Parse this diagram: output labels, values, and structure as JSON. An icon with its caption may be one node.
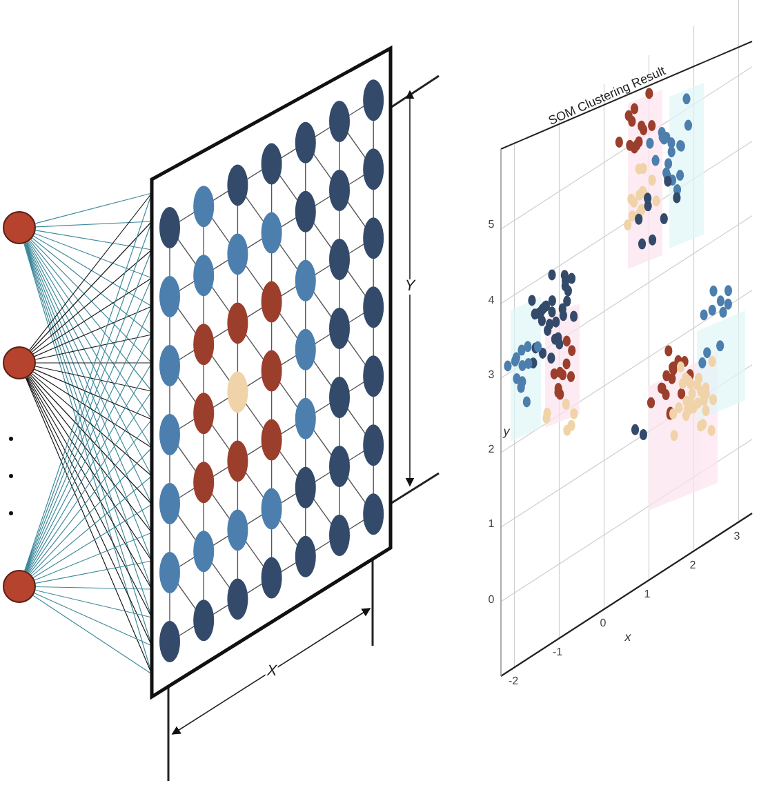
{
  "diagram": {
    "nodes": [
      {
        "text": [],
        "shape": "circle"
      },
      {
        "text": [],
        "shape": "circle"
      },
      {
        "text": [],
        "shape": "circle"
      },
      {
        "text": [],
        "shape": "box"
      }
    ],
    "edges": [
      {
        "from": 0,
        "to": 3,
        "arrow": "none"
      },
      {
        "from": 1,
        "to": 3,
        "arrow": "none",
        "color": "#1a1a1a"
      },
      {
        "from": 2,
        "to": 3,
        "arrow": "none"
      }
    ],
    "labels": [
      "X",
      "Y",
      "SOM Clustering Result",
      "y",
      "5",
      "4",
      "3",
      "2",
      "1",
      "0",
      "-2",
      "-1",
      "0",
      "1",
      "2",
      "3",
      "x"
    ]
  }
}
